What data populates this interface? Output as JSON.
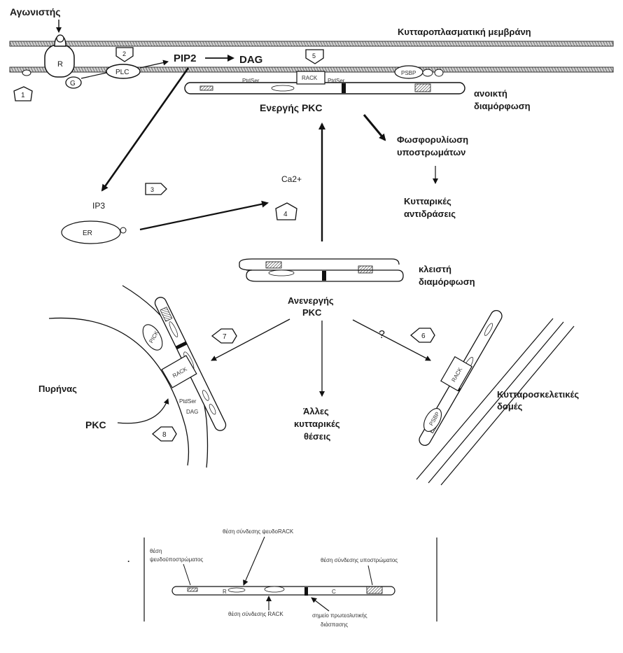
{
  "labels": {
    "agonist": "Αγωνιστής",
    "membrane": "Κυτταροπλασματική μεμβράνη",
    "receptor": "R",
    "g_protein": "G",
    "plc": "PLC",
    "pip2": "PIP2",
    "dag": "DAG",
    "ptdser_left": "PtdSer",
    "rack_top": "RACK",
    "ptdser_right": "PtdSer",
    "psbp_top": "PSBP",
    "open_conf": "ανοικτή",
    "open_conf2": "διαμόρφωση",
    "active_pkc": "Ενεργής PKC",
    "phospho": "Φωσφορυλίωση",
    "phospho2": "υποστρωμάτων",
    "calcium": "Ca2+",
    "ip3": "IP3",
    "er": "ER",
    "responses": "Κυτταρικές",
    "responses2": "αντιδράσεις",
    "closed_conf": "κλειστή",
    "closed_conf2": "διαμόρφωση",
    "inactive_pkc": "Ανενεργής",
    "inactive_pkc2": "PKC",
    "nucleus": "Πυρήνας",
    "pkc_left": "PKC",
    "ptdser_nuc": "PtdSer",
    "dag_nuc": "DAG",
    "rack_nuc": "RACK",
    "pick_nuc": "PICK",
    "question": "?",
    "other1": "Άλλες",
    "other2": "κυτταρικές",
    "other3": "θέσεις",
    "cyto1": "Κυτταροσκελετικές",
    "cyto2": "δομές",
    "rack_cyto": "RACK",
    "psbp_cyto": "PSBP"
  },
  "steps": {
    "s1": "1",
    "s2": "2",
    "s3": "3",
    "s4": "4",
    "s5": "5",
    "s6": "6",
    "s7": "7",
    "s8": "8"
  },
  "legend": {
    "pseudo_rack": "θέση σύνδεσης ψευδοRACK",
    "pseudo_substrate1": "θέση",
    "pseudo_substrate2": "ψευδοϋποστρώματος",
    "substrate_site": "θέση σύνδεσης υποστρώματος",
    "rack_site": "θέση σύνδεσης RACK",
    "cleavage1": "σημείο πρωτεολυτικής",
    "cleavage2": "διάσπασης",
    "r_letter": "R",
    "c_letter": "C",
    "dot": "."
  }
}
